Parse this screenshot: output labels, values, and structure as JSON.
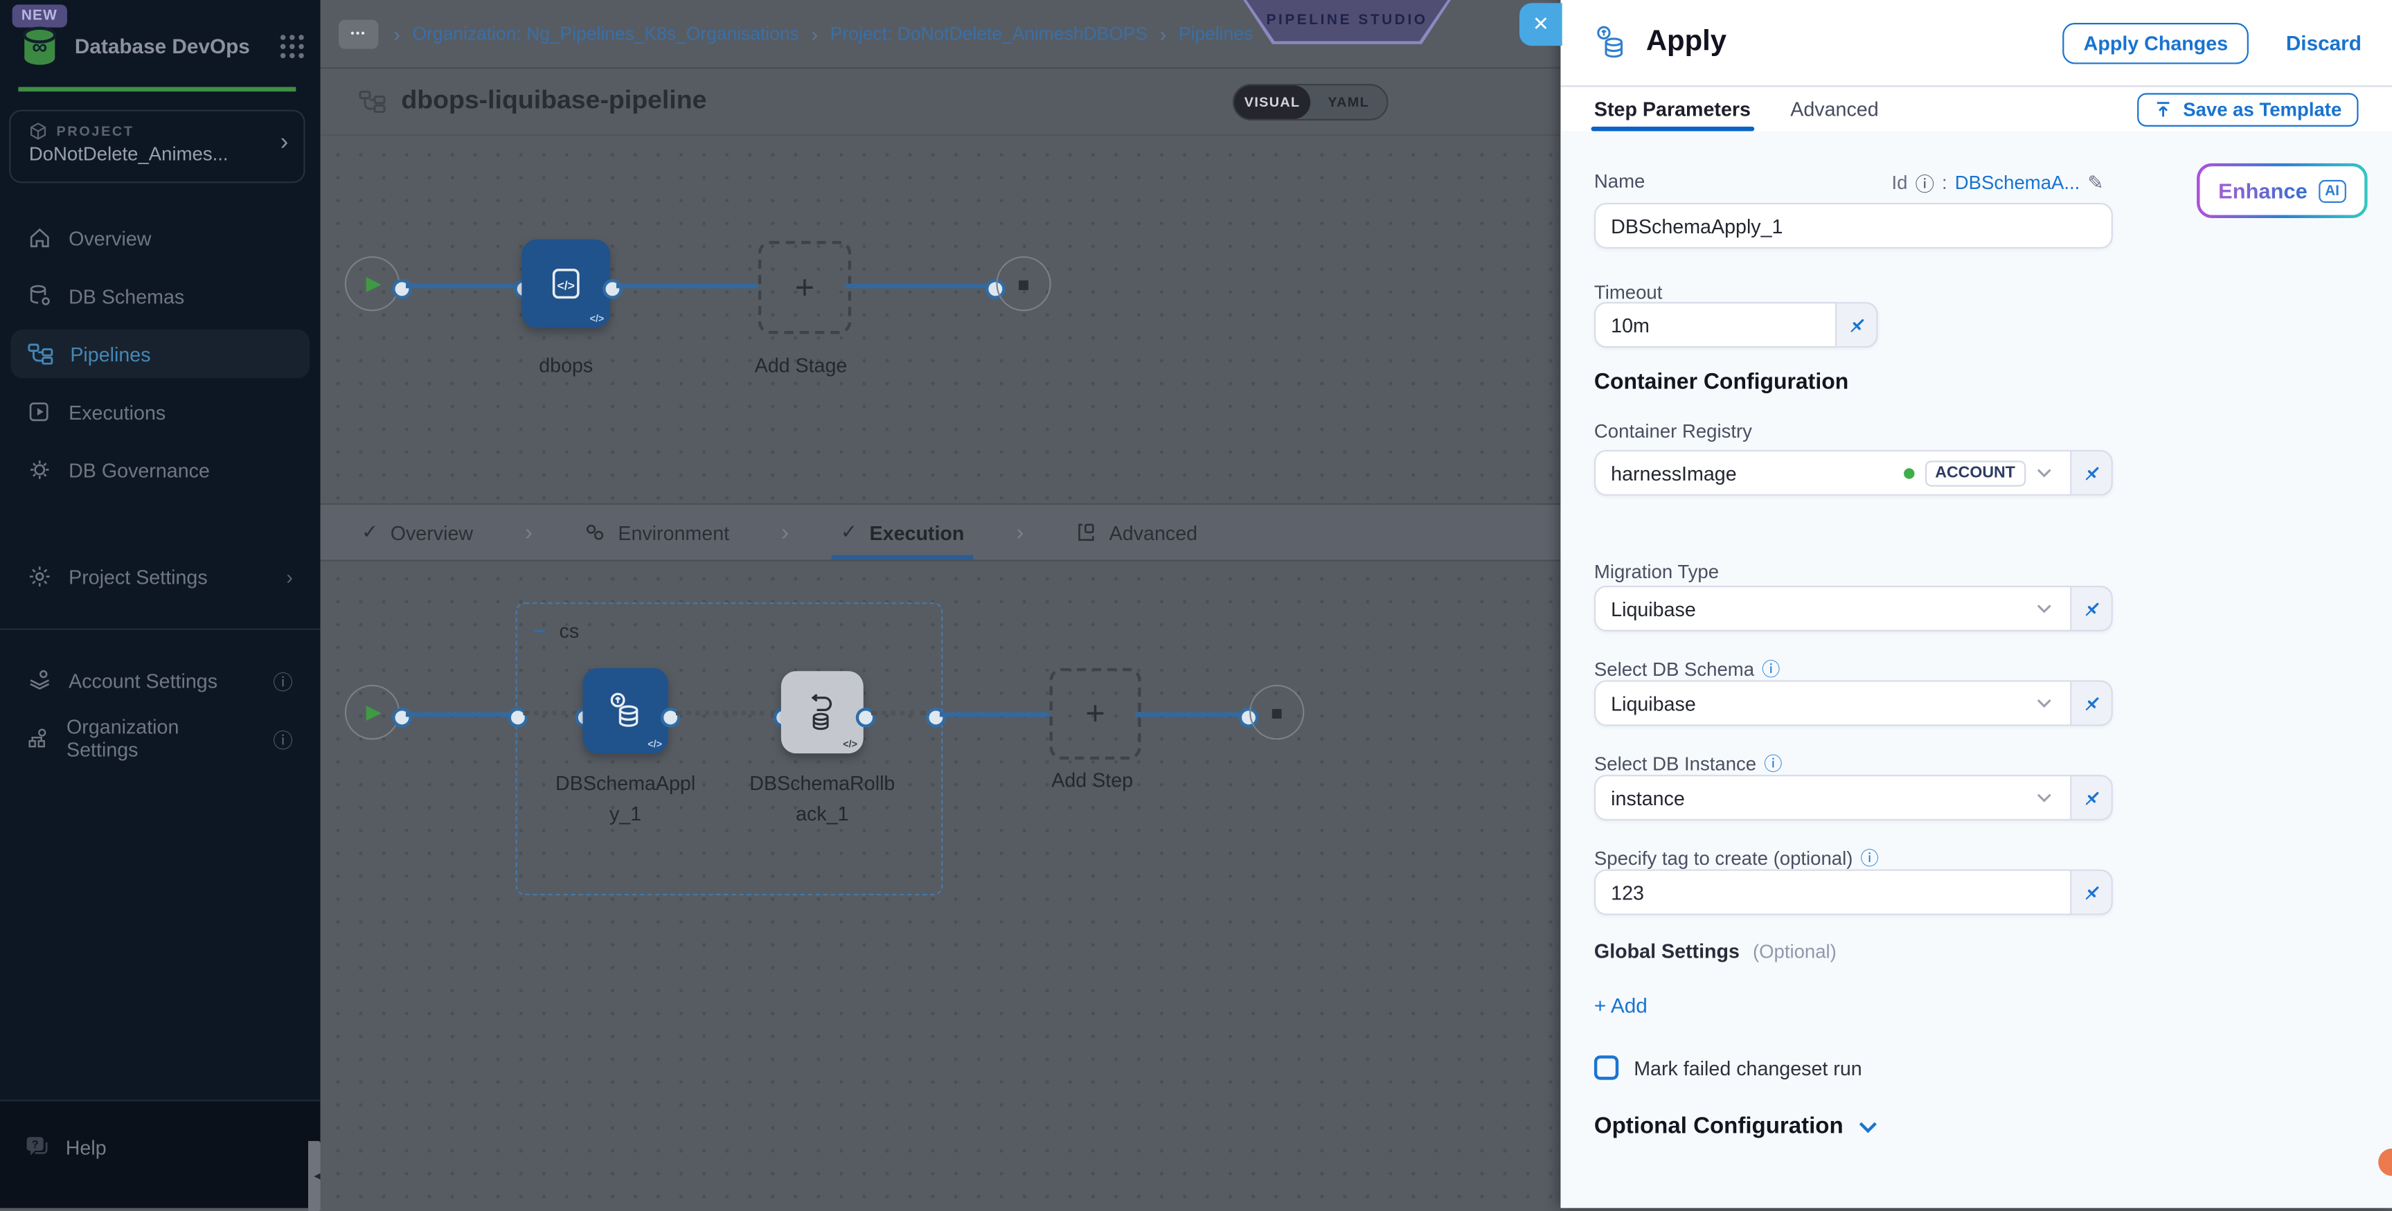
{
  "colors": {
    "accent_blue": "#0278d5",
    "dim_blue_line": "#33699f",
    "node_blue": "#20528c",
    "sidebar_bg": "#0d1623",
    "canvas_overlay_gray": "#575c63",
    "panel_bg": "#f6fafd",
    "green_brand": "#42ab45",
    "green_dot": "#3fae4a",
    "close_btn_blue": "#47a8e3",
    "enhance_gradient": [
      "#b14fd8",
      "#2f7fd6",
      "#35c6c2"
    ],
    "orange_fab": "#ec7a4e",
    "studio_badge_bg": "#514e74"
  },
  "glyphs": {
    "ellipsis": "•••",
    "breadcrumb_sep": "›",
    "chevron_right": "›",
    "chevron_down_small": "v",
    "close": "✕",
    "play": "▶",
    "stop": "■",
    "plus": "+",
    "check": "✓",
    "minus": "−",
    "pencil": "✎",
    "info": "ⓘ",
    "infinity": "∞",
    "collapse_left": "◀",
    "code": "</>",
    "colon": ":"
  },
  "sidebar": {
    "new_badge": "NEW",
    "product": "Database DevOps",
    "project_eyebrow": "PROJECT",
    "project_name": "DoNotDelete_Animes...",
    "items": [
      {
        "label": "Overview"
      },
      {
        "label": "DB Schemas"
      },
      {
        "label": "Pipelines"
      },
      {
        "label": "Executions"
      },
      {
        "label": "DB Governance"
      }
    ],
    "project_settings": "Project Settings",
    "account_settings": "Account Settings",
    "organization_settings": "Organization Settings",
    "help": "Help"
  },
  "header": {
    "breadcrumb": [
      "Organization: Ng_Pipelines_K8s_Organisations",
      "Project: DoNotDelete_AnimeshDBOPS",
      "Pipelines"
    ],
    "studio_badge": "PIPELINE STUDIO",
    "pipeline_title": "dbops-liquibase-pipeline",
    "visual_label": "VISUAL",
    "yaml_label": "YAML"
  },
  "stage_canvas": {
    "stage_name": "dbops",
    "add_stage": "Add Stage"
  },
  "stage_tabs": {
    "overview": "Overview",
    "environment": "Environment",
    "execution": "Execution",
    "advanced": "Advanced"
  },
  "execution_canvas": {
    "group_name": "cs",
    "step1_name": "DBSchemaApply_1",
    "step2_name": "DBSchemaRollback_1",
    "add_step": "Add Step"
  },
  "panel": {
    "title": "Apply",
    "apply_changes": "Apply Changes",
    "discard": "Discard",
    "tab_step_parameters": "Step Parameters",
    "tab_advanced": "Advanced",
    "save_as_template": "Save as Template",
    "enhance": "Enhance",
    "ai": "AI",
    "fields": {
      "name": {
        "label": "Name",
        "id_label": "Id",
        "id_value": "DBSchemaA...",
        "value": "DBSchemaApply_1"
      },
      "timeout": {
        "label": "Timeout",
        "value": "10m"
      },
      "container_configuration_heading": "Container Configuration",
      "registry": {
        "label": "Container Registry",
        "value": "harnessImage",
        "scope": "ACCOUNT"
      },
      "migration_type": {
        "label": "Migration Type",
        "value": "Liquibase"
      },
      "db_schema": {
        "label": "Select DB Schema",
        "value": "Liquibase"
      },
      "db_instance": {
        "label": "Select DB Instance",
        "value": "instance"
      },
      "tag": {
        "label": "Specify tag to create (optional)",
        "value": "123"
      },
      "global_settings": {
        "label": "Global Settings",
        "optional": "(Optional)",
        "add": "+ Add"
      },
      "mark_failed": {
        "label": "Mark failed changeset run"
      },
      "optional_configuration": "Optional Configuration"
    }
  }
}
